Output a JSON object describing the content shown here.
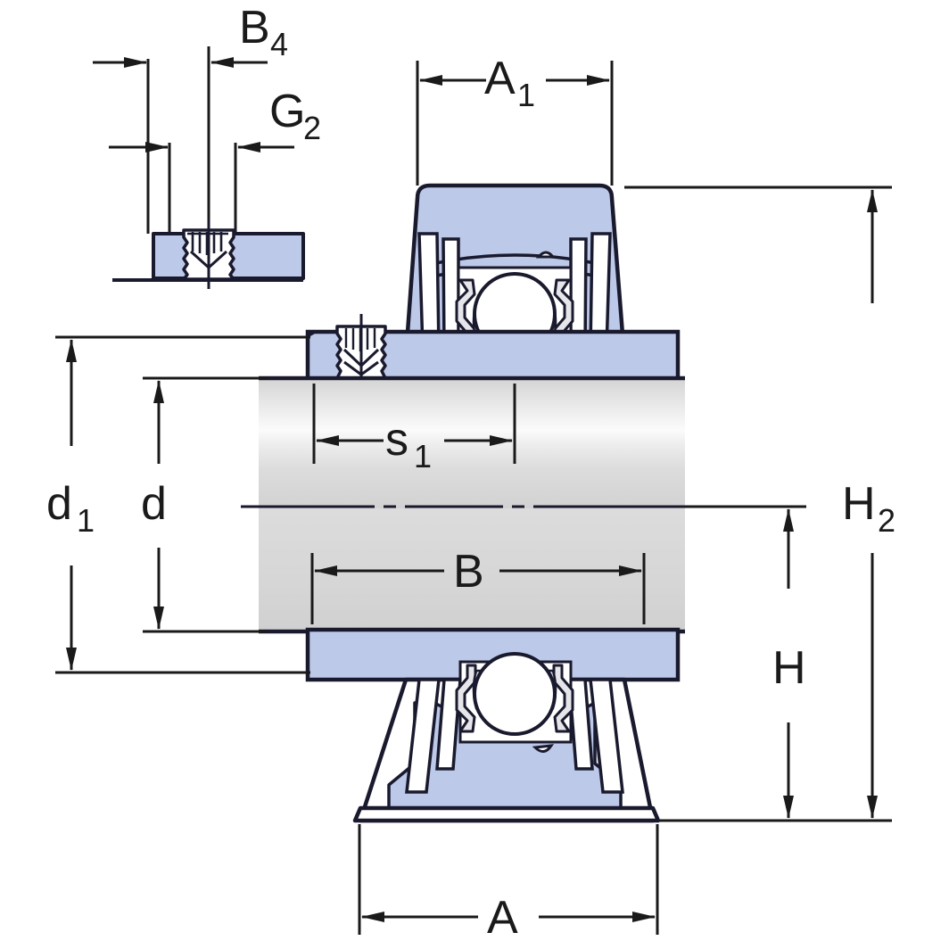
{
  "drawing": {
    "title": "Bearing Unit Dimensional Drawing",
    "type": "engineering-cross-section",
    "background_color": "#ffffff",
    "line_color": "#1a1a2e",
    "housing_fill": "#bcc9e8",
    "shaft_fill_light": "#fbfbfb",
    "shaft_fill_dark": "#cfcfcf",
    "ball_fill": "#ffffff",
    "text_color": "#1a1a1a"
  },
  "dimensions": {
    "B4": {
      "label": "B",
      "sub": "4"
    },
    "G2": {
      "label": "G",
      "sub": "2"
    },
    "A1": {
      "label": "A",
      "sub": "1"
    },
    "d1": {
      "label": "d",
      "sub": "1"
    },
    "d": {
      "label": "d",
      "sub": ""
    },
    "s1": {
      "label": "s",
      "sub": "1"
    },
    "B": {
      "label": "B",
      "sub": ""
    },
    "H": {
      "label": "H",
      "sub": ""
    },
    "H2": {
      "label": "H",
      "sub": "2"
    },
    "A": {
      "label": "A",
      "sub": ""
    }
  },
  "views": {
    "detail": {
      "name": "grub-screw-detail-view",
      "dimension_labels": [
        "B4",
        "G2"
      ]
    },
    "main": {
      "name": "pillow-block-cross-section",
      "dimension_labels": [
        "A1",
        "d1",
        "d",
        "s1",
        "B",
        "H",
        "H2",
        "A"
      ]
    }
  },
  "components": {
    "housing": "pillow-block-housing",
    "shaft": "shaft",
    "ball": "bearing-ball",
    "grub_screw": "grub-screw",
    "seal": "bearing-seal",
    "base_flange": "base-flange",
    "centerline": "shaft-centerline"
  }
}
